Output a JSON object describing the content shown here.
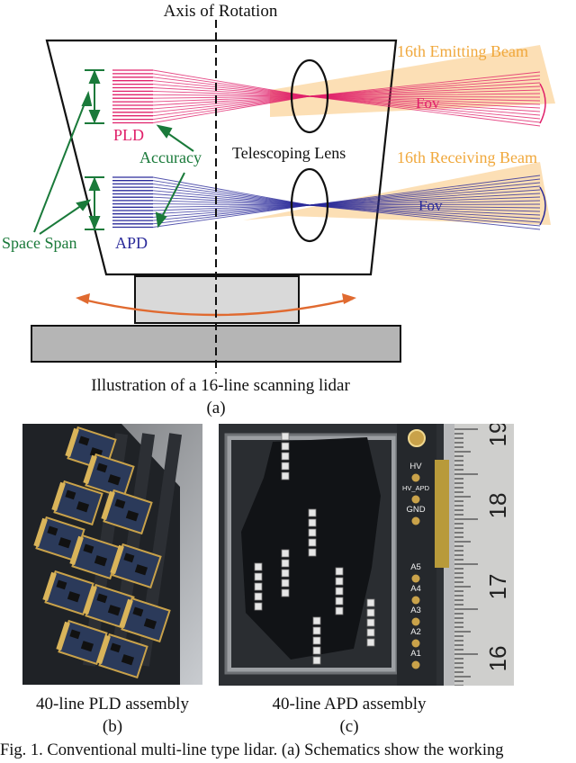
{
  "diagram": {
    "axis_label": "Axis of Rotation",
    "emit_beam_label": "16th Emitting Beam",
    "recv_beam_label": "16th Receiving Beam",
    "fov_label": "Fov",
    "pld_label": "PLD",
    "apd_label": "APD",
    "accuracy_label": "Accuracy",
    "lens_label": "Telescoping Lens",
    "space_span_label": "Space Span",
    "caption": "Illustration of a 16-line scanning lidar",
    "sub_label": "(a)",
    "colors": {
      "emit": "#e0206a",
      "recv": "#2a2a9a",
      "beam_fill": "#fbd9a8",
      "beam_text": "#f0a83c",
      "annot": "#1a7a3a",
      "arrow": "#e06a30"
    }
  },
  "photo_b": {
    "caption": "40-line PLD assembly",
    "sub_label": "(b)"
  },
  "photo_c": {
    "caption": "40-line APD assembly",
    "sub_label": "(c)",
    "pin_labels": [
      "HV",
      "HV_APD",
      "GND",
      "A5",
      "A4",
      "A3",
      "A2",
      "A1"
    ],
    "ruler_labels": [
      "19",
      "18",
      "17",
      "16"
    ]
  },
  "figure_caption": "Fig. 1.    Conventional multi-line type lidar. (a) Schematics show the working"
}
